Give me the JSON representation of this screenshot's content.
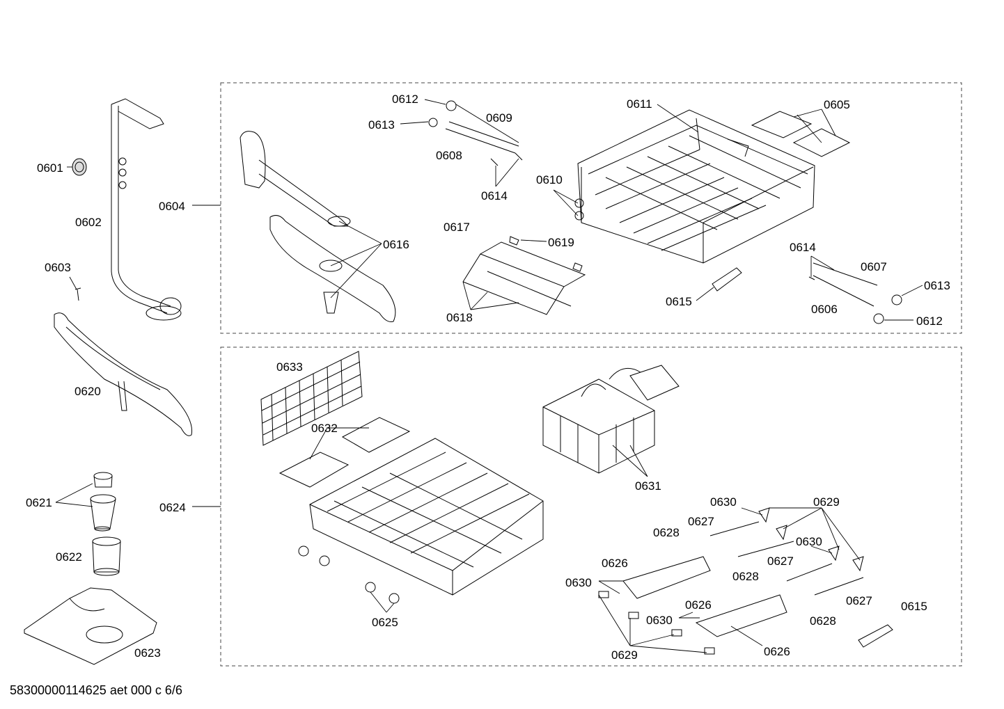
{
  "footer": "58300000114625 aet 000 c 6/6",
  "labels": {
    "p0601": "0601",
    "p0602": "0602",
    "p0603": "0603",
    "p0604": "0604",
    "p0605": "0605",
    "p0606": "0606",
    "p0607": "0607",
    "p0608": "0608",
    "p0609": "0609",
    "p0610": "0610",
    "p0611": "0611",
    "p0612a": "0612",
    "p0612b": "0612",
    "p0613a": "0613",
    "p0613b": "0613",
    "p0614a": "0614",
    "p0614b": "0614",
    "p0615a": "0615",
    "p0615b": "0615",
    "p0616": "0616",
    "p0617": "0617",
    "p0618": "0618",
    "p0619": "0619",
    "p0620": "0620",
    "p0621": "0621",
    "p0622": "0622",
    "p0623": "0623",
    "p0624": "0624",
    "p0625": "0625",
    "p0626a": "0626",
    "p0626b": "0626",
    "p0626c": "0626",
    "p0627a": "0627",
    "p0627b": "0627",
    "p0627c": "0627",
    "p0628a": "0628",
    "p0628b": "0628",
    "p0628c": "0628",
    "p0629a": "0629",
    "p0629b": "0629",
    "p0630a": "0630",
    "p0630b": "0630",
    "p0630c": "0630",
    "p0630d": "0630",
    "p0631": "0631",
    "p0632": "0632",
    "p0633": "0633"
  }
}
